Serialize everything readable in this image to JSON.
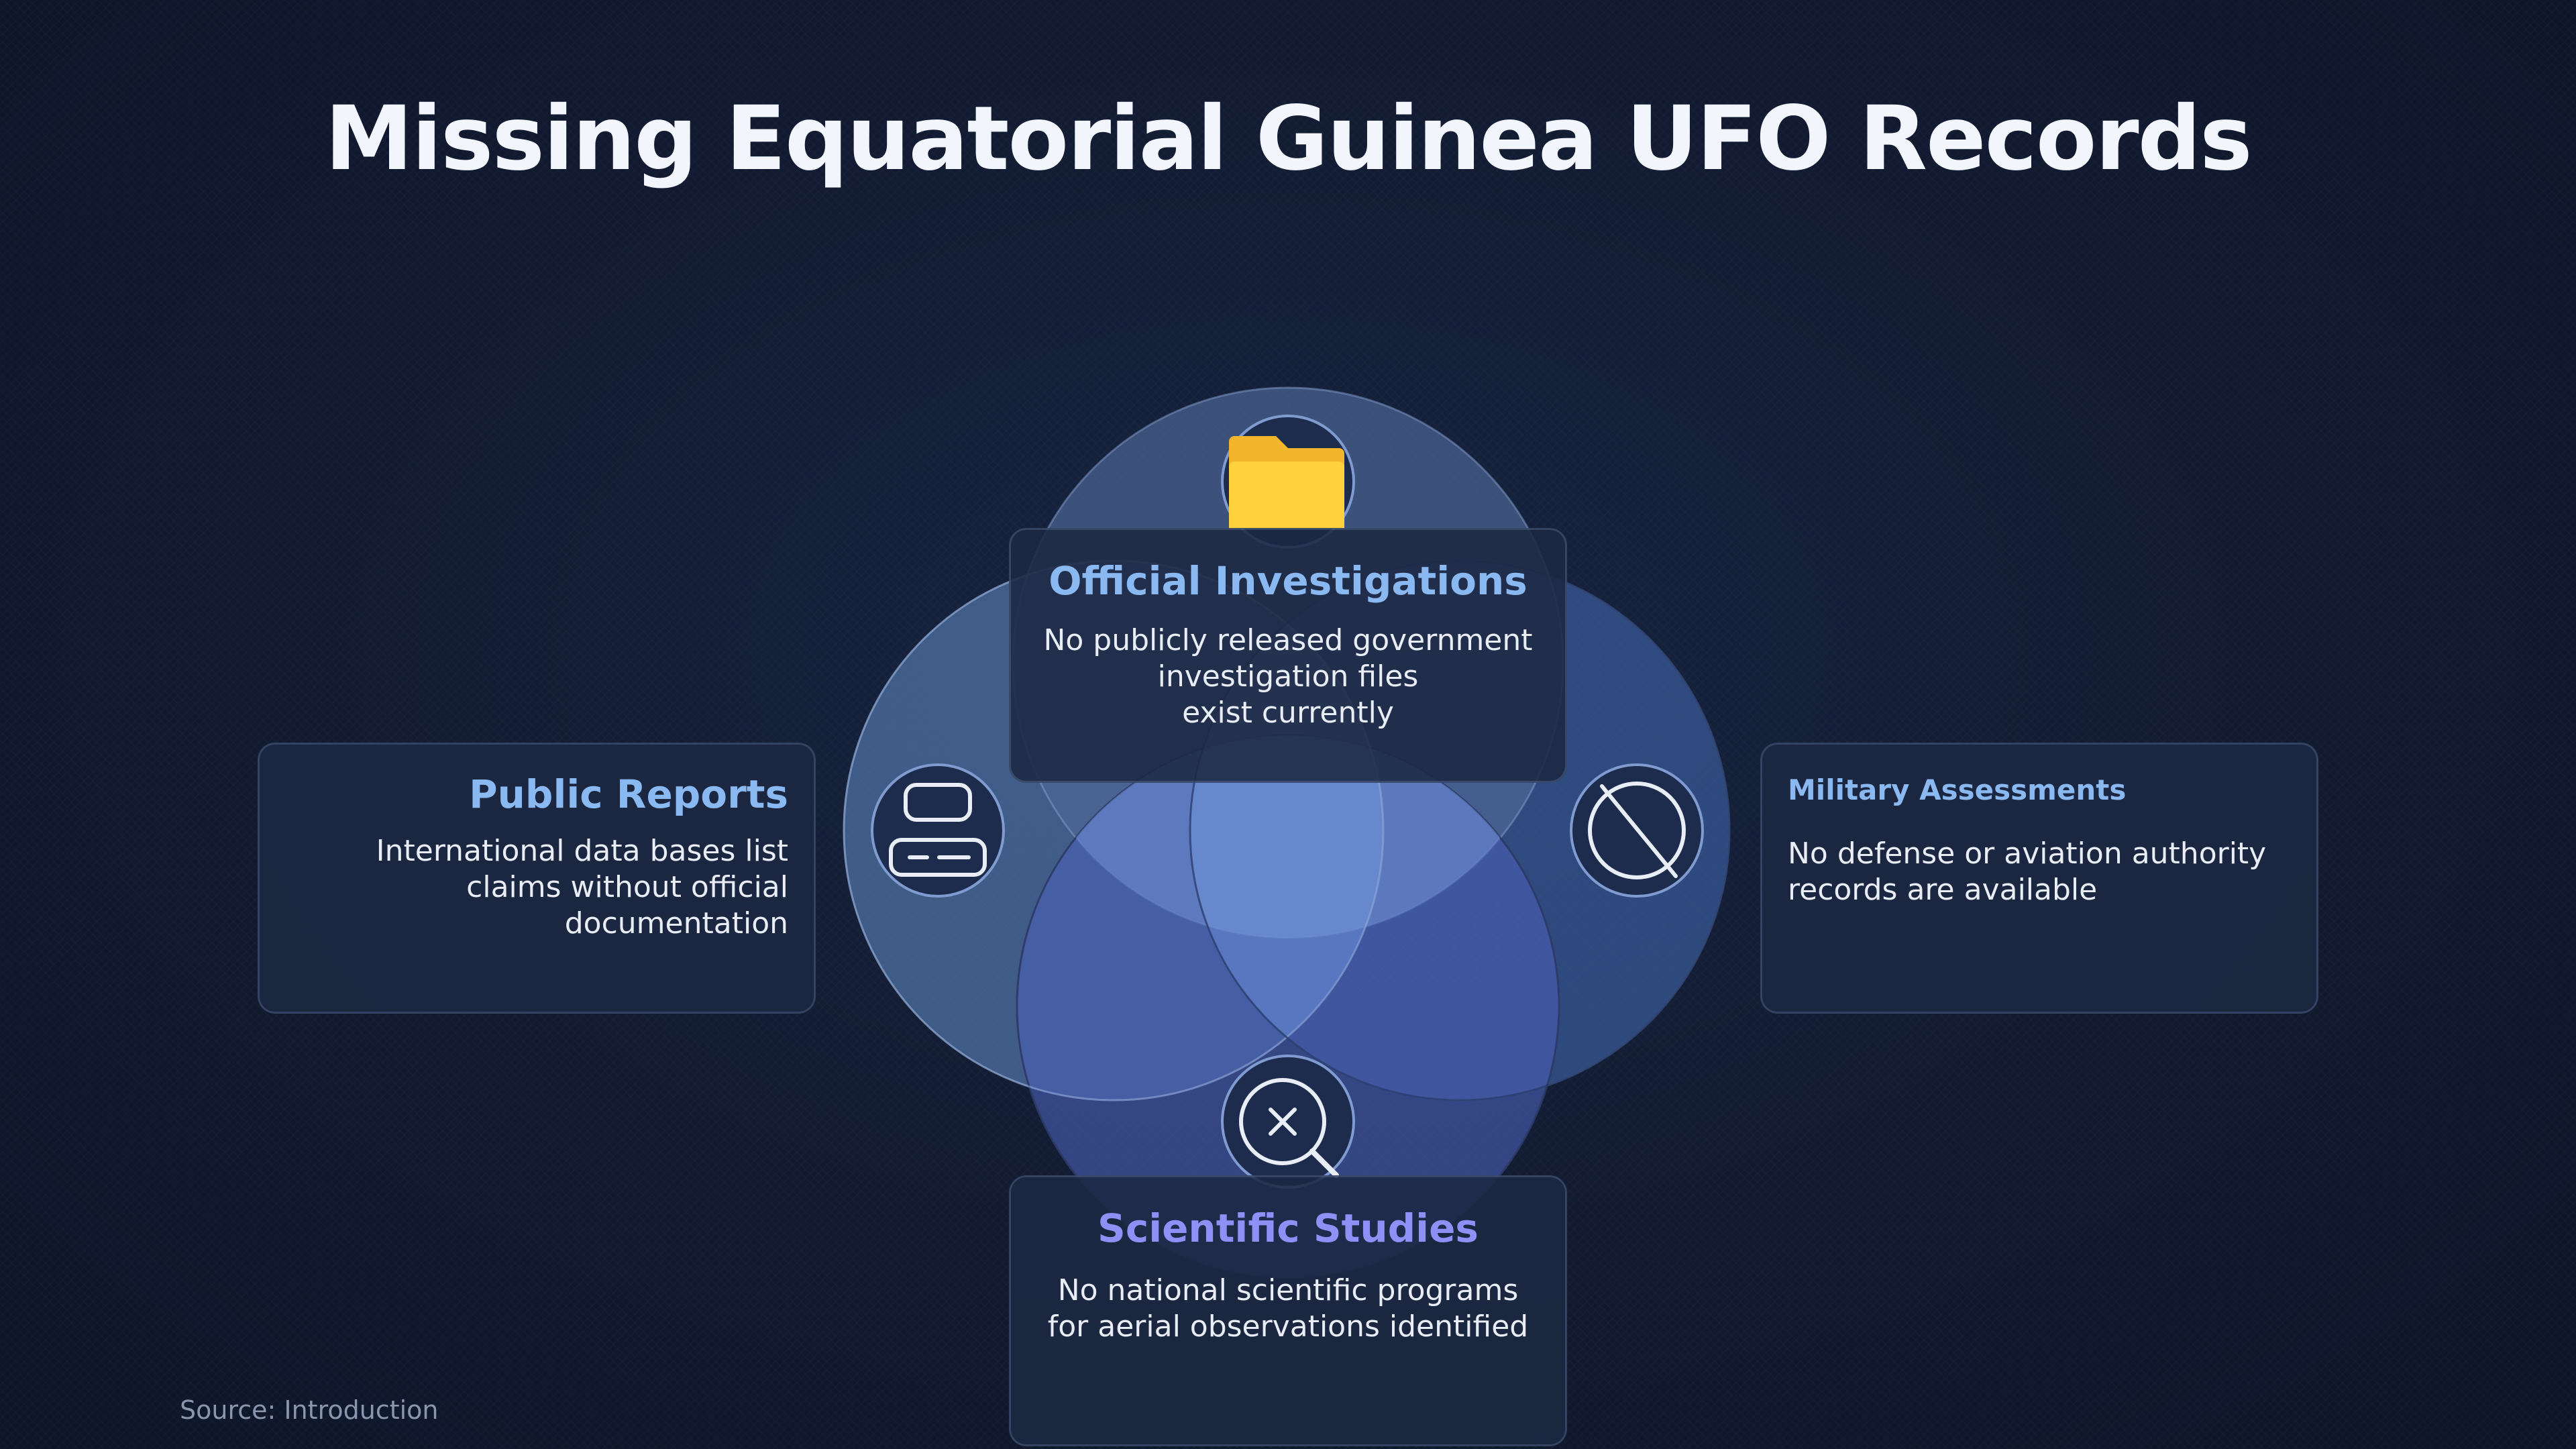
{
  "title": "Missing Equatorial Guinea UFO Records",
  "colors": {
    "background": "#111a30",
    "title_text": "#f2f5fb",
    "card_title": "#8ab8f0",
    "scientific_title": "#8f8ff5",
    "circle_top": "#4d6796",
    "circle_left": "#5174a6",
    "circle_right": "#3f64a8",
    "circle_bottom": "#4a5fb4",
    "folder_icon": "#ffd23d"
  },
  "diagram": {
    "type": "venn",
    "sets": [
      {
        "id": "official",
        "icon": "folder-icon",
        "label": "Official Investigations",
        "body": "No publicly released government\ninvestigation files\nexist currently"
      },
      {
        "id": "public",
        "icon": "database-form-icon",
        "label": "Public Reports",
        "body": "International data bases list\nclaims without official\ndocumentation"
      },
      {
        "id": "military",
        "icon": "prohibited-icon",
        "label": "Military Assessments",
        "body": "No defense or aviation authority\nrecords are available"
      },
      {
        "id": "scientific",
        "icon": "search-x-icon",
        "label": "Scientific Studies",
        "body": "No national scientific programs\nfor aerial observations identified"
      }
    ]
  },
  "source": "Source: Introduction"
}
